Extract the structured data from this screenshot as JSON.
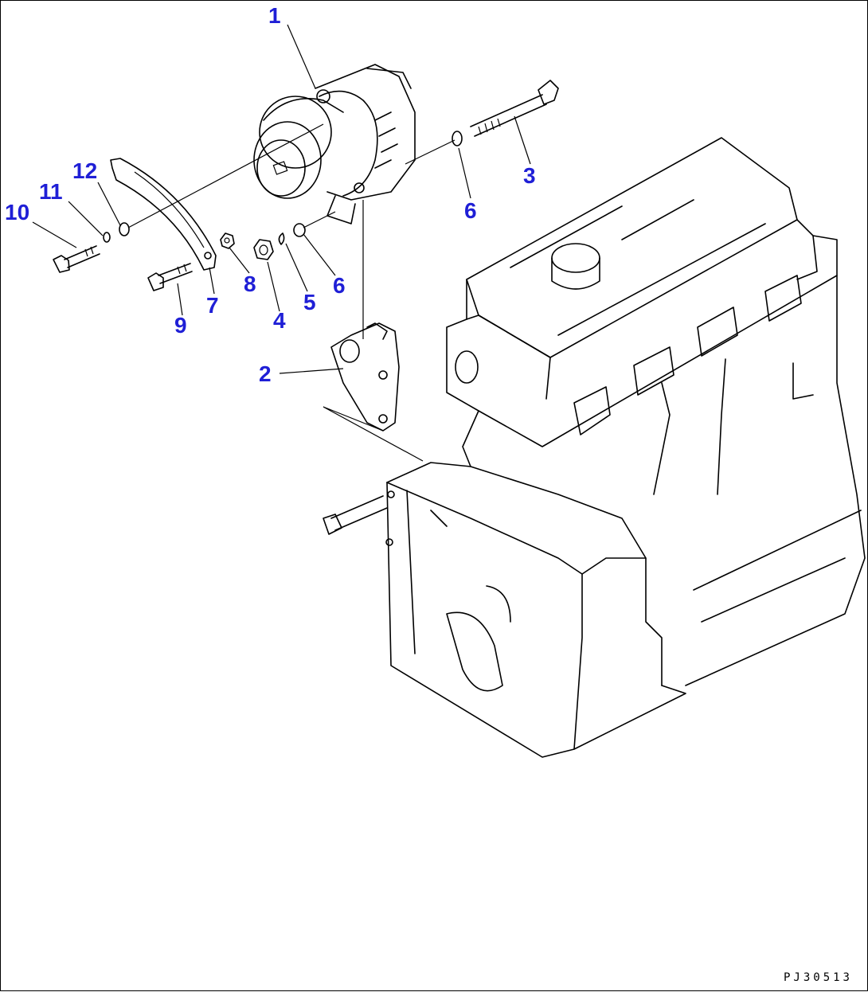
{
  "diagram": {
    "callouts": [
      "1",
      "2",
      "3",
      "4",
      "5",
      "6",
      "6",
      "7",
      "8",
      "9",
      "10",
      "11",
      "12"
    ],
    "drawing_code": "PJ30513"
  }
}
